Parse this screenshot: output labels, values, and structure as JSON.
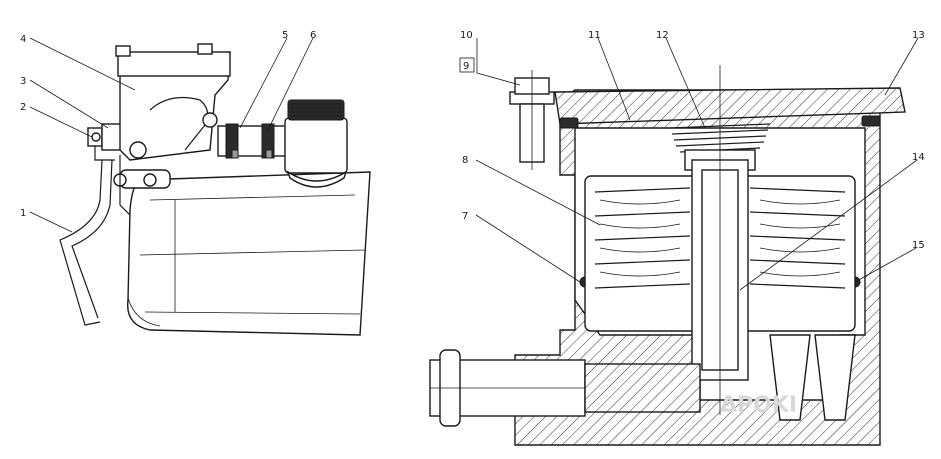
{
  "callouts_left": [
    "1",
    "2",
    "3",
    "4",
    "5",
    "6"
  ],
  "callouts_right": [
    "7",
    "8",
    "9",
    "10",
    "11",
    "12",
    "13",
    "14",
    "15"
  ],
  "watermark": "ΔΡΟΚΙ",
  "colors": {
    "line": "#1a1a1a",
    "background": "#ffffff",
    "watermark": "#d8d8d8"
  }
}
